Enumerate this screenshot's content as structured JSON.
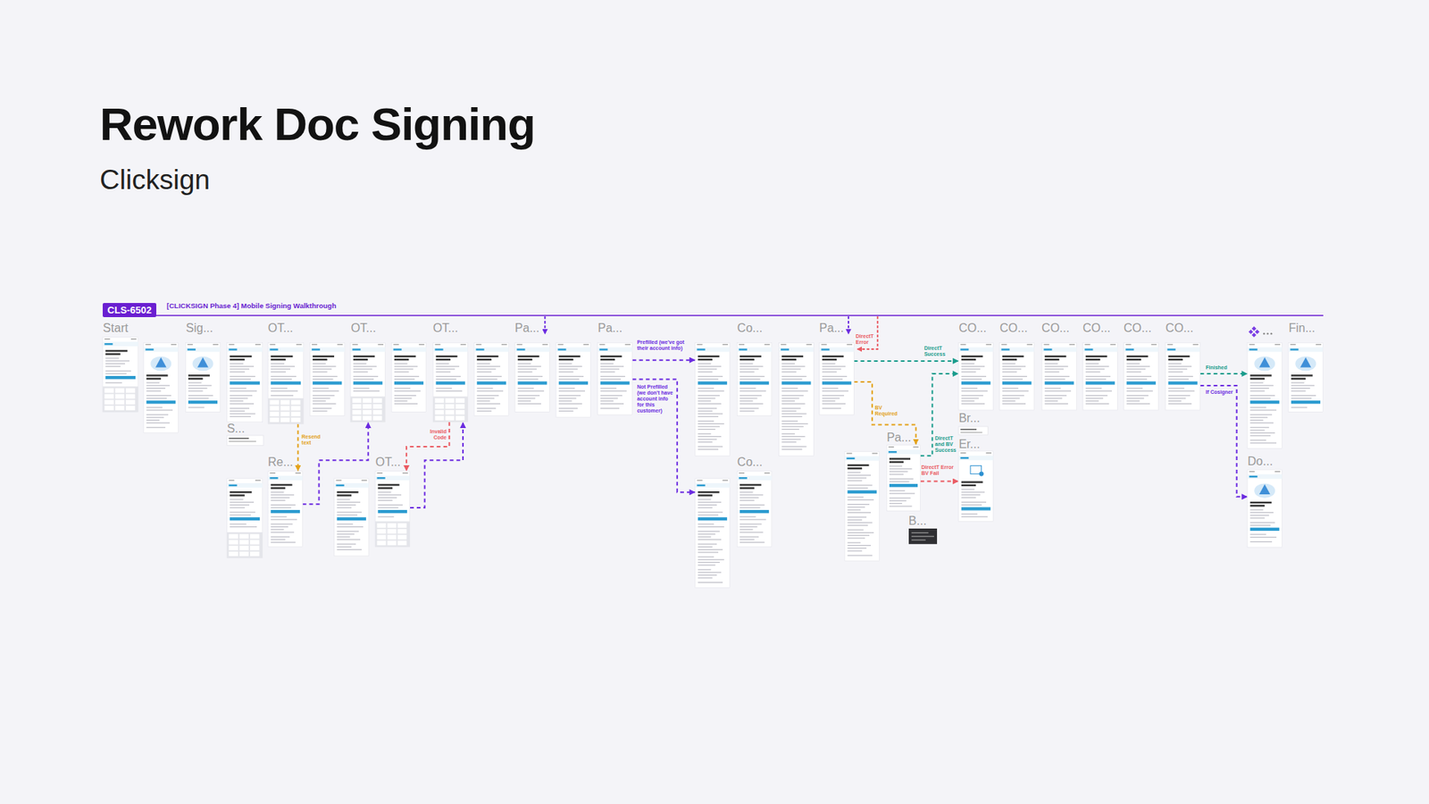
{
  "diagram": {
    "title": "Rework Doc Signing",
    "caption": "Clicksign",
    "nodes": [
      {
        "text": [
          "CLS-6502"
        ]
      },
      {
        "text": [
          "Start"
        ]
      },
      {
        "text": [
          "Sig..."
        ]
      },
      {
        "text": [
          "OT..."
        ]
      },
      {
        "text": [
          "OT..."
        ]
      },
      {
        "text": [
          "OT..."
        ]
      },
      {
        "text": [
          "Pa..."
        ]
      },
      {
        "text": [
          "Pa..."
        ]
      },
      {
        "text": [
          "Co..."
        ]
      },
      {
        "text": [
          "Pa..."
        ]
      },
      {
        "text": [
          "CO..."
        ]
      },
      {
        "text": [
          "CO..."
        ]
      },
      {
        "text": [
          "CO..."
        ]
      },
      {
        "text": [
          "CO..."
        ]
      },
      {
        "text": [
          "CO..."
        ]
      },
      {
        "text": [
          "CO..."
        ]
      },
      {
        "text": [
          "Fin..."
        ]
      },
      {
        "text": [
          "S..."
        ]
      },
      {
        "text": [
          "Re..."
        ]
      },
      {
        "text": [
          "OT..."
        ]
      },
      {
        "text": [
          "Co..."
        ]
      },
      {
        "text": [
          "Pa..."
        ]
      },
      {
        "text": [
          "Br..."
        ]
      },
      {
        "text": [
          "Er..."
        ]
      },
      {
        "text": [
          "B..."
        ]
      },
      {
        "text": [
          "Do..."
        ]
      }
    ],
    "edges": [
      {
        "from": 3,
        "to": 18,
        "arrow": "to",
        "label": "Resend text"
      },
      {
        "from": 18,
        "to": 4,
        "arrow": "to"
      },
      {
        "from": 5,
        "to": 19,
        "arrow": "to",
        "label": "Invalid Code"
      },
      {
        "from": 19,
        "to": 5,
        "arrow": "to"
      },
      {
        "from": 7,
        "to": 8,
        "arrow": "to",
        "label": "Prefilled (we've got their account info)"
      },
      {
        "from": 7,
        "to": 20,
        "arrow": "to",
        "label": "Not Prefilled (we don't have account info for this customer)"
      },
      {
        "from": 9,
        "to": 21,
        "arrow": "to",
        "label": "BV Required"
      },
      {
        "from": 9,
        "to": 10,
        "arrow": "to",
        "label": "DirectT Success"
      },
      {
        "from": 21,
        "to": 10,
        "arrow": "to",
        "label": "DirectT and BV Success"
      },
      {
        "from": 21,
        "to": 23,
        "arrow": "to",
        "label": "DirectT Error BV Fail"
      },
      {
        "from": 15,
        "to": 16,
        "arrow": "to",
        "label": "Finished"
      },
      {
        "from": 15,
        "to": 25,
        "arrow": "to",
        "label": "If Cosigner"
      }
    ],
    "labels": [
      "[CLICKSIGN Phase 4] Mobile Signing Walkthrough",
      "DirectT Error"
    ]
  }
}
